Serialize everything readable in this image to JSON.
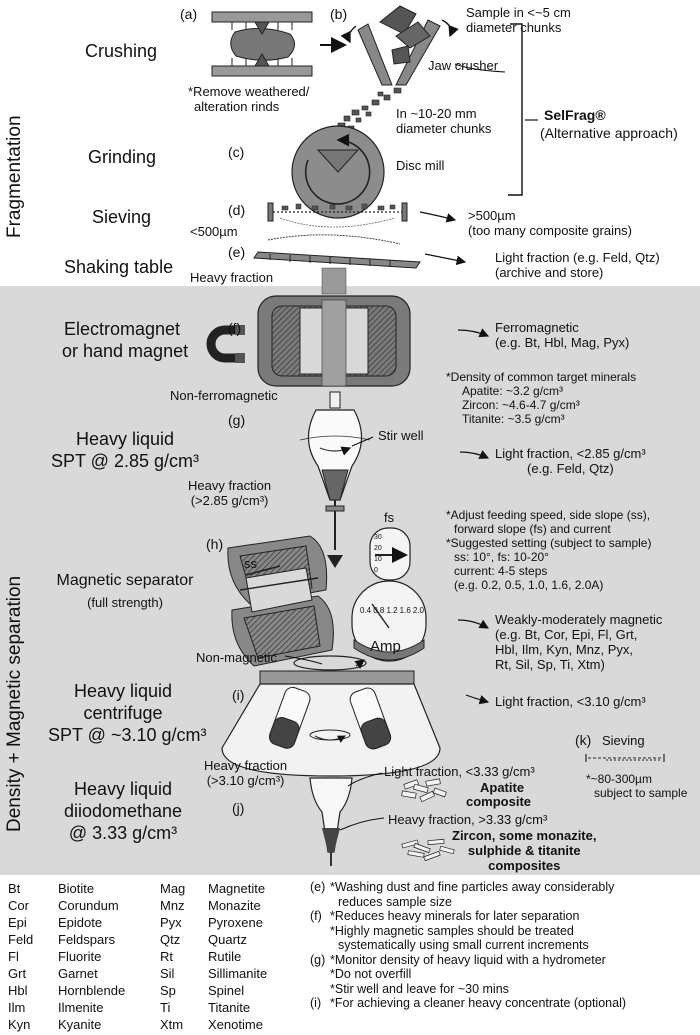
{
  "sections": {
    "fragmentation": "Fragmentation",
    "density_magnetic": "Density + Magnetic separation"
  },
  "steps": {
    "crushing": "Crushing",
    "grinding": "Grinding",
    "sieving": "Sieving",
    "shaking_table": "Shaking table",
    "electromagnet_1": "Electromagnet",
    "electromagnet_2": "or hand magnet",
    "heavy_liquid_spt_1": "Heavy liquid",
    "heavy_liquid_spt_2": "SPT @ 2.85 g/cm³",
    "magnetic_separator_1": "Magnetic separator",
    "magnetic_separator_2": "(full strength)",
    "centrifuge_1": "Heavy liquid",
    "centrifuge_2": "centrifuge",
    "centrifuge_3": "SPT @ ~3.10 g/cm³",
    "diiodo_1": "Heavy liquid",
    "diiodo_2": "diiodomethane",
    "diiodo_3": "@ 3.33 g/cm³"
  },
  "letters": {
    "a": "(a)",
    "b": "(b)",
    "c": "(c)",
    "d": "(d)",
    "e": "(e)",
    "f": "(f)",
    "g": "(g)",
    "h": "(h)",
    "i": "(i)",
    "j": "(j)",
    "k": "(k)"
  },
  "labels": {
    "sample_chunks_1": "Sample in <~5 cm",
    "sample_chunks_2": "diameter chunks",
    "remove_rinds_1": "*Remove weathered/",
    "remove_rinds_2": "alteration rinds",
    "jaw_crusher": "Jaw crusher",
    "mm_chunks_1": "In ~10-20 mm",
    "mm_chunks_2": "diameter chunks",
    "selfrag": "SelFrag®",
    "alternative": "(Alternative approach)",
    "disc_mill": "Disc mill",
    "lt500": "<500µm",
    "gt500": ">500µm",
    "composite": "(too many composite grains)",
    "heavy_fraction": "Heavy fraction",
    "light_fraction_1": "Light fraction (e.g. Feld, Qtz)",
    "light_fraction_2": "(archive and store)",
    "ferromagnetic_1": "Ferromagnetic",
    "ferromagnetic_2": "(e.g. Bt, Hbl, Mag, Pyx)",
    "density_note": "*Density of common target minerals",
    "apatite_density": "Apatite: ~3.2 g/cm³",
    "zircon_density": "Zircon: ~4.6-4.7 g/cm³",
    "titanite_density": "Titanite: ~3.5 g/cm³",
    "non_ferromagnetic": "Non-ferromagnetic",
    "stir_well": "Stir well",
    "light_285_1": "Light fraction, <2.85 g/cm³",
    "light_285_2": "(e.g. Feld, Qtz)",
    "heavy_285_1": "Heavy fraction",
    "heavy_285_2": "(>2.85 g/cm³)",
    "adjust_1": "*Adjust feeding speed, side slope (ss),",
    "adjust_2": "forward slope (fs) and current",
    "suggested_1": "*Suggested setting (subject to sample)",
    "suggested_2": "ss: 10°, fs: 10-20°",
    "suggested_3": "current: 4-5 steps",
    "suggested_4": "(e.g. 0.2, 0.5, 1.0, 1.6, 2.0A)",
    "fs": "fs",
    "ss": "ss",
    "amp": "Amp",
    "weakly_1": "Weakly-moderately magnetic",
    "weakly_2": "(e.g. Bt, Cor, Epi, Fl, Grt,",
    "weakly_3": "Hbl, Ilm, Kyn, Mnz, Pyx,",
    "weakly_4": "Rt, Sil, Sp, Ti, Xtm)",
    "non_magnetic": "Non-magnetic",
    "light_310": "Light fraction, <3.10 g/cm³",
    "heavy_310_1": "Heavy fraction",
    "heavy_310_2": "(>3.10 g/cm³)",
    "k_sieving": "Sieving",
    "k_size_1": "*~80-300µm",
    "k_size_2": "subject to sample",
    "light_333": "Light fraction, <3.33 g/cm³",
    "apatite": "Apatite",
    "composite_word": "composite",
    "heavy_333": "Heavy fraction, >3.33 g/cm³",
    "zircon_1": "Zircon, some monazite,",
    "zircon_2": "sulphide & titanite",
    "zircon_3": "composites"
  },
  "glossary": [
    {
      "abbr": "Bt",
      "name": "Biotite"
    },
    {
      "abbr": "Cor",
      "name": "Corundum"
    },
    {
      "abbr": "Epi",
      "name": "Epidote"
    },
    {
      "abbr": "Feld",
      "name": "Feldspars"
    },
    {
      "abbr": "Fl",
      "name": "Fluorite"
    },
    {
      "abbr": "Grt",
      "name": "Garnet"
    },
    {
      "abbr": "Hbl",
      "name": "Hornblende"
    },
    {
      "abbr": "Ilm",
      "name": "Ilmenite"
    },
    {
      "abbr": "Kyn",
      "name": "Kyanite"
    },
    {
      "abbr": "Mag",
      "name": "Magnetite"
    },
    {
      "abbr": "Mnz",
      "name": "Monazite"
    },
    {
      "abbr": "Pyx",
      "name": "Pyroxene"
    },
    {
      "abbr": "Qtz",
      "name": "Quartz"
    },
    {
      "abbr": "Rt",
      "name": "Rutile"
    },
    {
      "abbr": "Sil",
      "name": "Sillimanite"
    },
    {
      "abbr": "Sp",
      "name": "Spinel"
    },
    {
      "abbr": "Ti",
      "name": "Titanite"
    },
    {
      "abbr": "Xtm",
      "name": "Xenotime"
    }
  ],
  "notes": [
    {
      "tag": "(e)",
      "text": "*Washing dust and fine particles away considerably"
    },
    {
      "tag": "",
      "text": "reduces sample size"
    },
    {
      "tag": "(f)",
      "text": "*Reduces heavy minerals for later separation"
    },
    {
      "tag": "",
      "text": "*Highly magnetic samples should be treated"
    },
    {
      "tag": "",
      "text": "systematically using small current increments"
    },
    {
      "tag": "(g)",
      "text": "*Monitor density of heavy liquid with a hydrometer"
    },
    {
      "tag": "",
      "text": "*Do not overfill"
    },
    {
      "tag": "",
      "text": "*Stir well and leave for ~30 mins"
    },
    {
      "tag": "(i)",
      "text": "*For achieving a cleaner heavy concentrate (optional)"
    }
  ],
  "dial_ticks": [
    "0.4",
    "0.8",
    "1.2",
    "1.6",
    "2.0"
  ],
  "fs_ticks": [
    "30",
    "20",
    "10",
    "0"
  ],
  "colors": {
    "band": "#d9d9d9",
    "machine": "#8c8c8c",
    "dark": "#3c3c3c"
  }
}
